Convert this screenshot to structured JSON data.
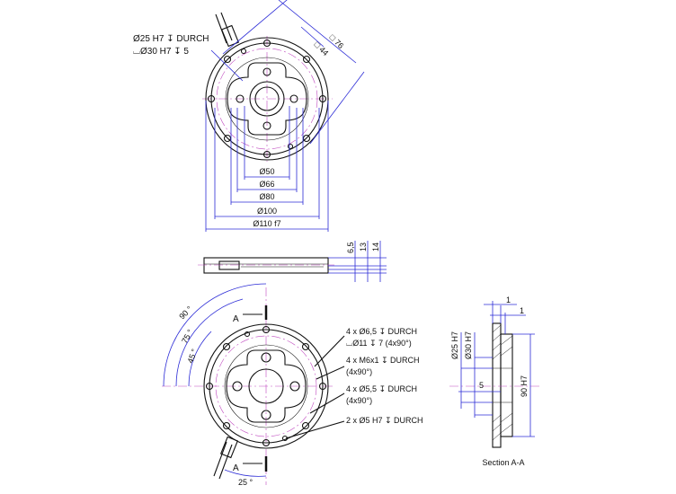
{
  "top_view": {
    "callout_bore_line1": "Ø25 H7 ↧ DURCH",
    "callout_bore_line2": "⌴Ø30 H7 ↧ 5",
    "dim_square_large": "□ 76",
    "dim_square_small": "□ 44",
    "dim_d50": "Ø50",
    "dim_d66": "Ø66",
    "dim_d80": "Ø80",
    "dim_d100": "Ø100",
    "dim_d110": "Ø110 f7"
  },
  "side_view": {
    "dim_6_5": "6,5",
    "dim_13": "13",
    "dim_14": "14"
  },
  "front_view": {
    "angle_90": "90 °",
    "angle_75": "75 °",
    "angle_45": "45 °",
    "angle_25": "25 °",
    "section_label_top": "A",
    "section_label_bottom": "A",
    "callout_holes_1_line1": "4 x Ø6,5 ↧ DURCH",
    "callout_holes_1_line2": "⌴Ø11 ↧ 7 (4x90°)",
    "callout_holes_2_line1": "4 x M6x1 ↧ DURCH",
    "callout_holes_2_line2": "(4x90°)",
    "callout_holes_3_line1": "4 x Ø5,5 ↧ DURCH",
    "callout_holes_3_line2": "(4x90°)",
    "callout_holes_4": "2 x Ø5 H7 ↧ DURCH"
  },
  "section_view": {
    "dim_1_top": "1",
    "dim_1_second": "1",
    "dim_d25": "Ø25 H7",
    "dim_d30": "Ø30 H7",
    "dim_5": "5",
    "dim_90": "90 H7",
    "title": "Section A-A"
  },
  "colors": {
    "dimension": "#2b2bd6",
    "centerline": "#c04ac0",
    "outline": "#111111"
  }
}
